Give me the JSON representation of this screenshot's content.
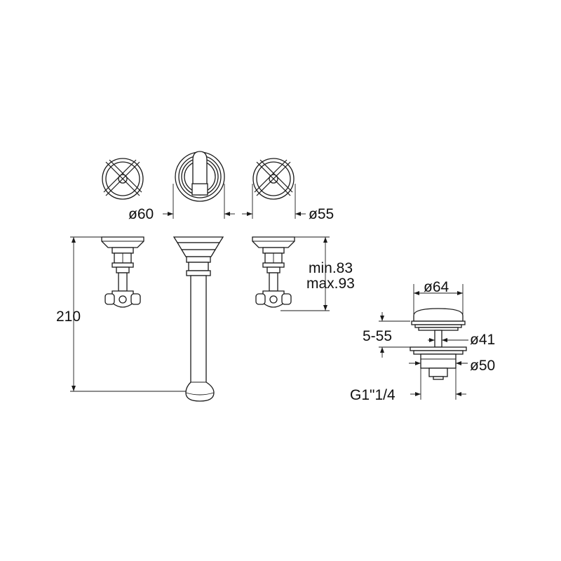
{
  "drawing": {
    "dimensions": {
      "handle_diameter": "ø60",
      "cross_diameter": "ø55",
      "height": "210",
      "projection_min": "min.83",
      "projection_max": "max.93",
      "waste_cap_diameter": "ø64",
      "waste_range": "5-55",
      "waste_body_diameter": "ø41",
      "waste_flange_diameter": "ø50",
      "waste_thread": "G1\"1/4"
    }
  }
}
